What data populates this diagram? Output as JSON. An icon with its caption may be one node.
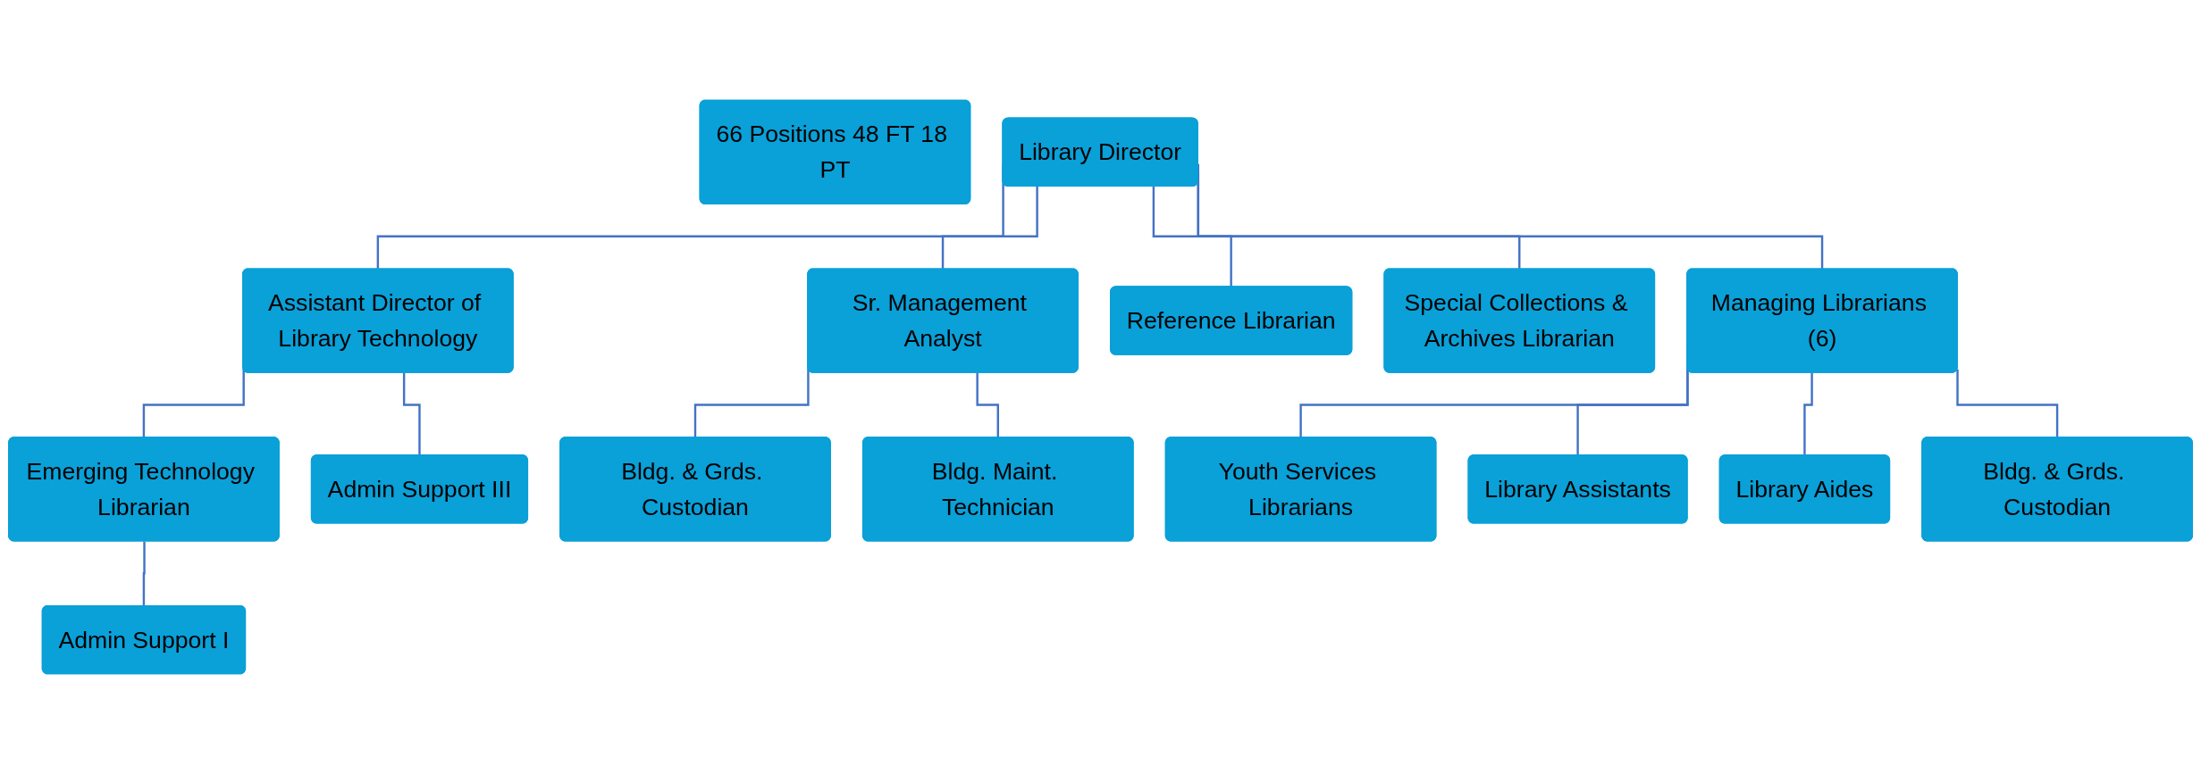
{
  "diagram": {
    "nodes": [
      {
        "text": [
          "66 Positions 48 FT 18 PT"
        ]
      },
      {
        "text": [
          "Library Director"
        ]
      },
      {
        "text": [
          "Assistant Director of Library Technology"
        ]
      },
      {
        "text": [
          "Emerging Technology Librarian"
        ]
      },
      {
        "text": [
          "Sr. Management Analyst"
        ]
      },
      {
        "text": [
          "Reference Librarian"
        ]
      },
      {
        "text": [
          "Special Collections & Archives Librarian"
        ]
      },
      {
        "text": [
          "Managing Librarians (6)"
        ]
      },
      {
        "text": [
          "Admin Support III"
        ]
      },
      {
        "text": [
          "Admin Support I"
        ]
      },
      {
        "text": [
          "Bldg. & Grds. Custodian"
        ]
      },
      {
        "text": [
          "Bldg. Maint. Technician"
        ]
      },
      {
        "text": [
          "Youth Services Librarians"
        ]
      },
      {
        "text": [
          "Library Assistants"
        ]
      },
      {
        "text": [
          "Library Aides"
        ]
      },
      {
        "text": [
          "Bldg. & Grds. Custodian"
        ]
      }
    ],
    "edges": [
      {
        "from": 1,
        "to": 2,
        "arrow": "none"
      },
      {
        "from": 1,
        "to": 4,
        "arrow": "none"
      },
      {
        "from": 1,
        "to": 5,
        "arrow": "none"
      },
      {
        "from": 1,
        "to": 6,
        "arrow": "none"
      },
      {
        "from": 1,
        "to": 7,
        "arrow": "none"
      },
      {
        "from": 2,
        "to": 3,
        "arrow": "none"
      },
      {
        "from": 2,
        "to": 8,
        "arrow": "none"
      },
      {
        "from": 3,
        "to": 9,
        "arrow": "none"
      },
      {
        "from": 4,
        "to": 10,
        "arrow": "none"
      },
      {
        "from": 4,
        "to": 11,
        "arrow": "none"
      },
      {
        "from": 7,
        "to": 12,
        "arrow": "none"
      },
      {
        "from": 7,
        "to": 13,
        "arrow": "none"
      },
      {
        "from": 7,
        "to": 14,
        "arrow": "none"
      },
      {
        "from": 7,
        "to": 15,
        "arrow": "none"
      }
    ]
  }
}
